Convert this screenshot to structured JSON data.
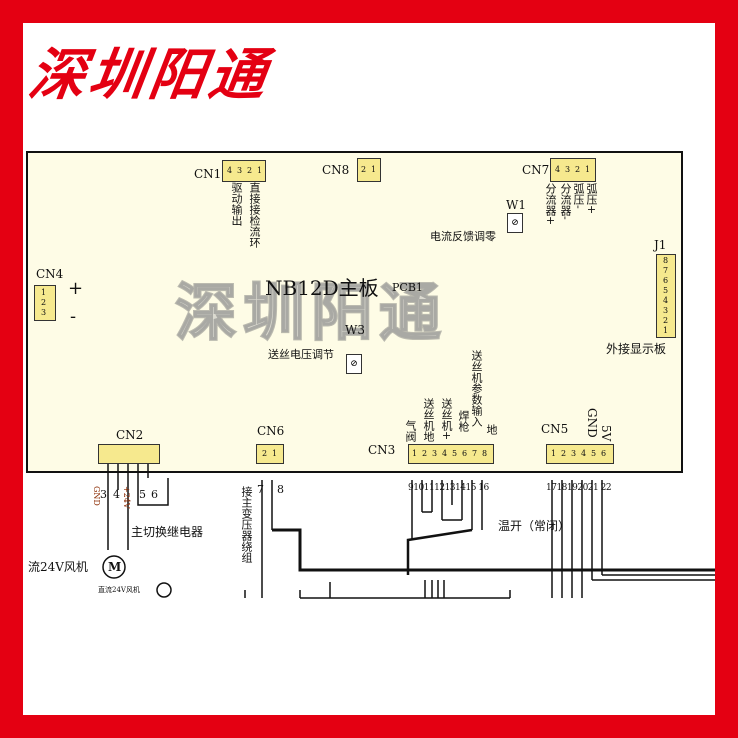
{
  "logo_text": "深圳阳通",
  "watermark_text": "深圳阳通",
  "colors": {
    "border": "#e40012",
    "board": "#fefce6",
    "connector": "#f6e98e"
  },
  "board": {
    "title": "NB12D主板",
    "pcb": "PCB1"
  },
  "connectors": {
    "cn1": {
      "name": "CN1",
      "pins": [
        "4",
        "3",
        "2",
        "1"
      ],
      "label_a": "直接接检流环",
      "label_b": "驱动输出"
    },
    "cn8": {
      "name": "CN8",
      "pins": [
        "2",
        "1"
      ]
    },
    "cn7": {
      "name": "CN7",
      "pins": [
        "4",
        "3",
        "2",
        "1"
      ],
      "label_a": "弧压+",
      "label_b": "弧压-",
      "label_c": "分流器-",
      "label_d": "分流器+"
    },
    "j1": {
      "name": "J1",
      "pins": [
        "8",
        "7",
        "6",
        "5",
        "4",
        "3",
        "2",
        "1"
      ],
      "label": "外接显示板"
    },
    "cn4": {
      "name": "CN4",
      "pins": [
        "1",
        "2",
        "3"
      ],
      "plus": "+",
      "minus": "-"
    },
    "cn2": {
      "name": "CN2",
      "gnd": "GND",
      "v24": "+24V",
      "n3": "3",
      "n4": "4",
      "n5": "5",
      "n6": "6",
      "relay": "主切换继电器"
    },
    "cn6": {
      "name": "CN6",
      "pins": [
        "2",
        "1"
      ],
      "n7": "7",
      "n8": "8",
      "label": "接主变压器绕组"
    },
    "cn3": {
      "name": "CN3",
      "pins": [
        "1",
        "2",
        "3",
        "4",
        "5",
        "6",
        "7",
        "8"
      ],
      "nums": "9101112131415 16",
      "l1": "气阀",
      "l2": "送丝机地",
      "l3": "送丝机+",
      "l4": "焊枪",
      "l5": "送丝机参数输入",
      "l6": "地"
    },
    "cn5": {
      "name": "CN5",
      "pins": [
        "1",
        "2",
        "3",
        "4",
        "5",
        "6"
      ],
      "nums": "1718192021 22",
      "gnd": "GND",
      "v5": "5V",
      "label": "温开（常闭）"
    }
  },
  "pots": {
    "w1": {
      "name": "W1",
      "label": "电流反馈调零"
    },
    "w3": {
      "name": "W3",
      "label": "送丝电压调节"
    }
  },
  "fan": {
    "label": "流24V风机",
    "small": "直流24V风机",
    "motor": "M"
  }
}
